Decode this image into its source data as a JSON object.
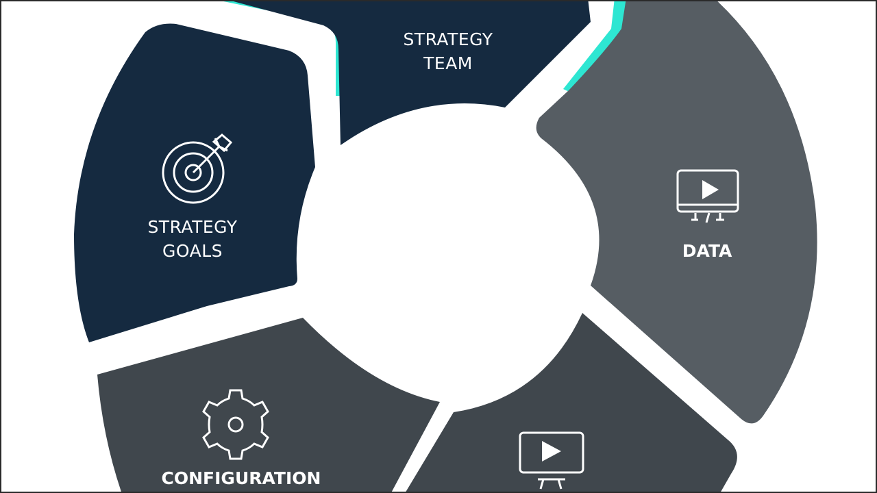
{
  "diagram": {
    "segments": [
      {
        "id": "strategy-team",
        "lines": [
          "STRATEGY",
          "TEAM"
        ],
        "icon": "none",
        "color": "#152a40"
      },
      {
        "id": "data",
        "lines": [
          "DATA"
        ],
        "icon": "screen-play-icon",
        "color": "#565d63"
      },
      {
        "id": "fifth",
        "lines": [],
        "icon": "screen-play-icon",
        "color": "#40474d"
      },
      {
        "id": "configuration",
        "lines": [
          "CONFIGURATION"
        ],
        "icon": "gear-icon",
        "color": "#40474d"
      },
      {
        "id": "strategy-goals",
        "lines": [
          "STRATEGY",
          "GOALS"
        ],
        "icon": "target-arrow-icon",
        "color": "#152a40"
      }
    ],
    "accent_color": "#2ee6d2",
    "center_color": "#ffffff"
  }
}
